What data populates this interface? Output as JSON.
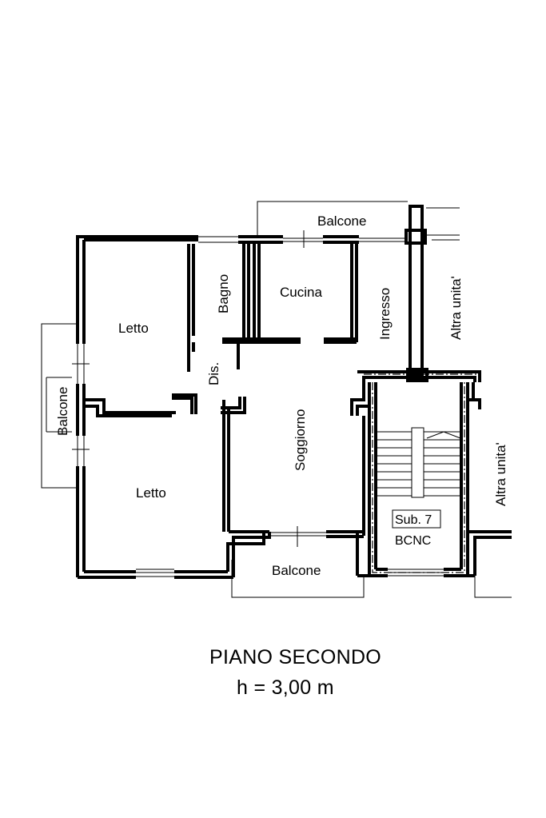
{
  "plan": {
    "title": "PIANO SECONDO",
    "height_note": "h = 3,00 m",
    "rooms": {
      "balcone_top": "Balcone",
      "bagno": "Bagno",
      "cucina": "Cucina",
      "ingresso": "Ingresso",
      "altra_unita_top": "Altra unita'",
      "letto_top": "Letto",
      "dis": "Dis.",
      "balcone_left": "Balcone",
      "soggiorno": "Soggiorno",
      "letto_bottom": "Letto",
      "sub7": "Sub. 7",
      "bcnc": "BCNC",
      "altra_unita_right": "Altra unita'",
      "balcone_bottom": "Balcone"
    },
    "colors": {
      "wall": "#000000",
      "background": "#ffffff"
    }
  }
}
